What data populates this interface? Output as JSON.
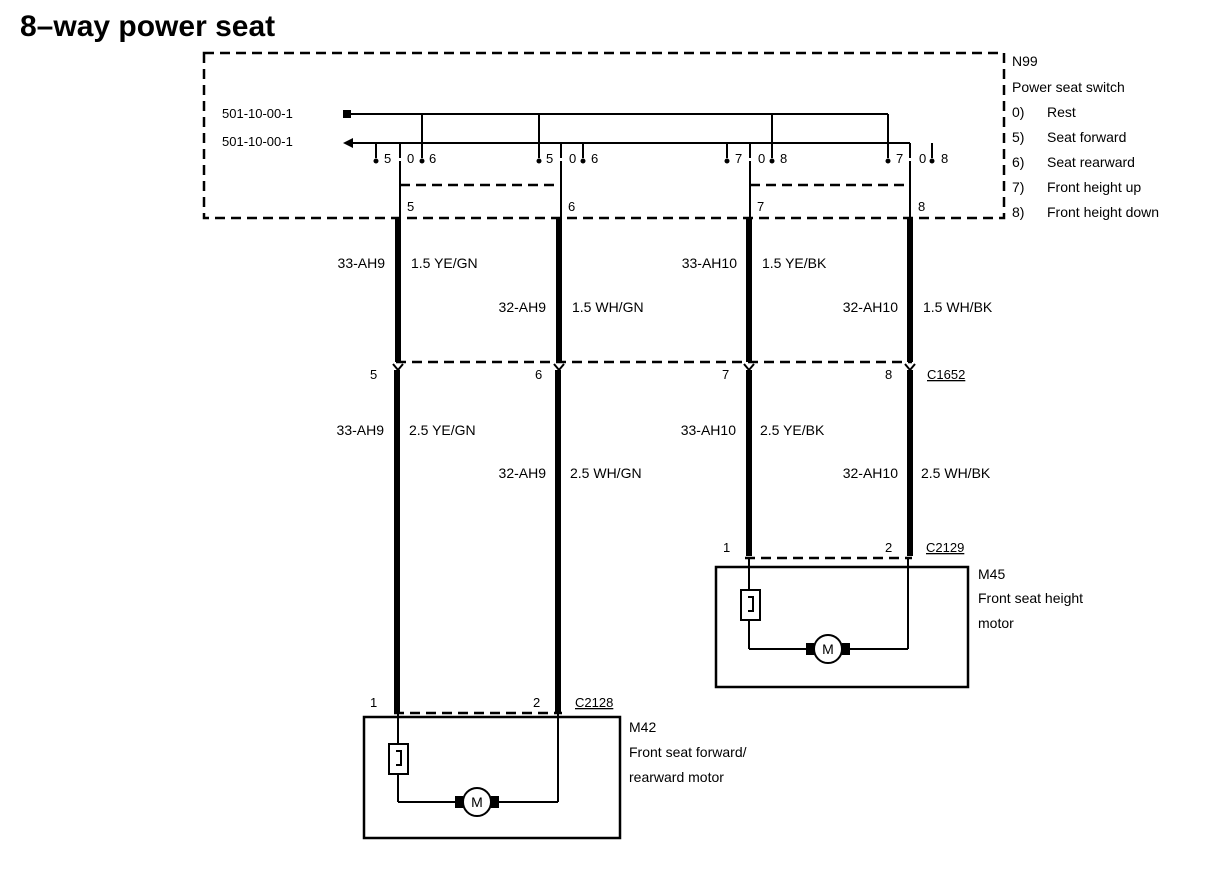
{
  "title": "8–way power seat",
  "switch": {
    "id": "N99",
    "name": "Power seat switch",
    "ref_top": "501-10-00-1",
    "ref_bottom": "501-10-00-1",
    "positions": [
      {
        "code": "0)",
        "label": "Rest"
      },
      {
        "code": "5)",
        "label": "Seat forward"
      },
      {
        "code": "6)",
        "label": "Seat rearward"
      },
      {
        "code": "7)",
        "label": "Front height up"
      },
      {
        "code": "8)",
        "label": "Front height down"
      }
    ],
    "contact_groups": [
      {
        "left": "5",
        "mid": "0",
        "right": "6"
      },
      {
        "left": "5",
        "mid": "0",
        "right": "6"
      },
      {
        "left": "7",
        "mid": "0",
        "right": "8"
      },
      {
        "left": "7",
        "mid": "0",
        "right": "8"
      }
    ],
    "output_pins": [
      "5",
      "6",
      "7",
      "8"
    ]
  },
  "wires_upper": [
    {
      "circuit": "33-AH9",
      "spec": "1.5 YE/GN"
    },
    {
      "circuit": "32-AH9",
      "spec": "1.5 WH/GN"
    },
    {
      "circuit": "33-AH10",
      "spec": "1.5 YE/BK"
    },
    {
      "circuit": "32-AH10",
      "spec": "1.5 WH/BK"
    }
  ],
  "connector_mid": {
    "id": "C1652",
    "pins": [
      "5",
      "6",
      "7",
      "8"
    ]
  },
  "wires_lower": [
    {
      "circuit": "33-AH9",
      "spec": "2.5 YE/GN"
    },
    {
      "circuit": "32-AH9",
      "spec": "2.5 WH/GN"
    },
    {
      "circuit": "33-AH10",
      "spec": "2.5 YE/BK"
    },
    {
      "circuit": "32-AH10",
      "spec": "2.5 WH/BK"
    }
  ],
  "motor_height": {
    "id": "M45",
    "name_line1": "Front seat height",
    "name_line2": "motor",
    "connector": "C2129",
    "pins": [
      "1",
      "2"
    ],
    "symbol": "M"
  },
  "motor_forward": {
    "id": "M42",
    "name_line1": "Front seat forward/",
    "name_line2": "rearward motor",
    "connector": "C2128",
    "pins": [
      "1",
      "2"
    ],
    "symbol": "M"
  }
}
